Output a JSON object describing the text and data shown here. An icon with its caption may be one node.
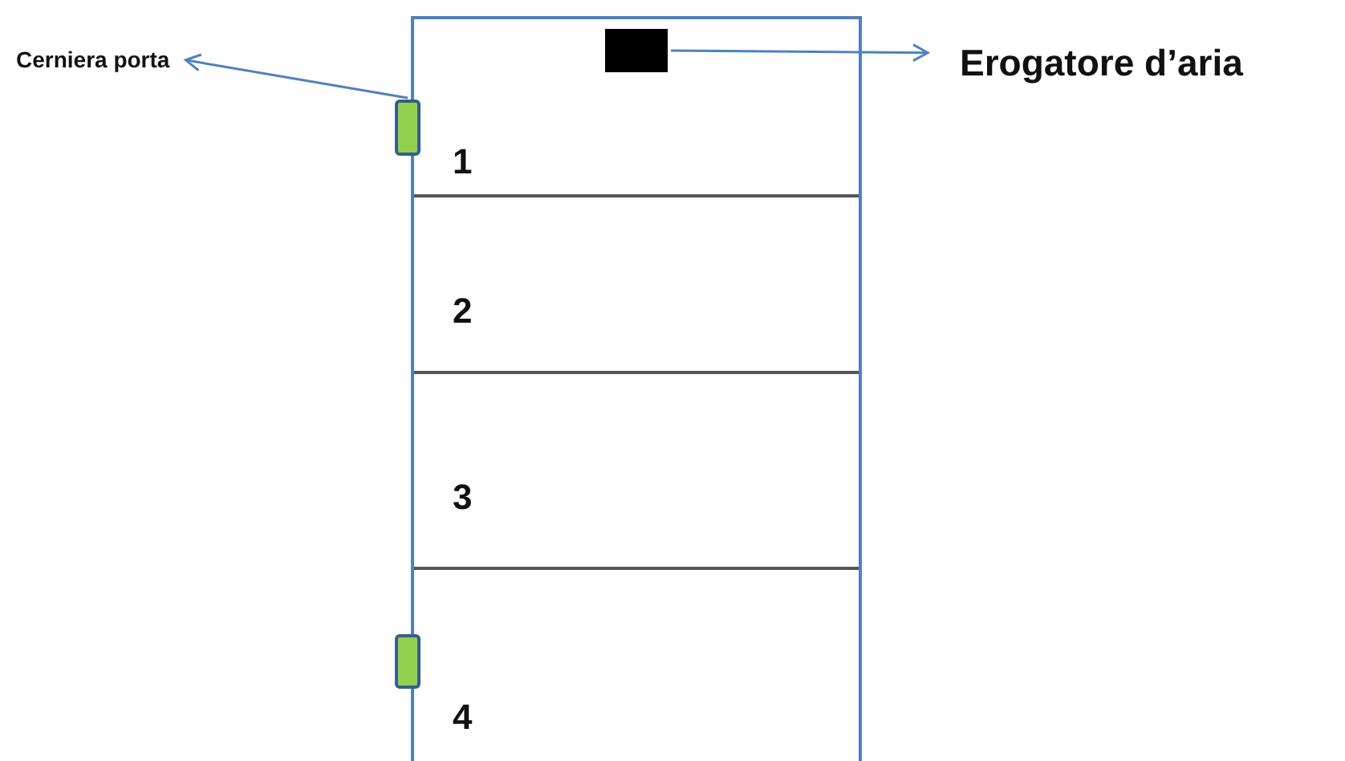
{
  "diagram": {
    "nodes": [
      {
        "text": [],
        "shape": "box"
      },
      {
        "text": [],
        "shape": "box",
        "in": 0
      },
      {
        "text": [
          "Erogatore d’aria"
        ]
      },
      {
        "text": [],
        "shape": "bar"
      },
      {
        "text": [],
        "shape": "bar"
      },
      {
        "text": [
          "Cerniera porta"
        ]
      }
    ],
    "edges": [
      {
        "from": 1,
        "to": 2,
        "arrow": "to"
      },
      {
        "from": 3,
        "to": 5,
        "arrow": "to"
      }
    ],
    "labels": [
      "1",
      "2",
      "3",
      "4"
    ]
  }
}
